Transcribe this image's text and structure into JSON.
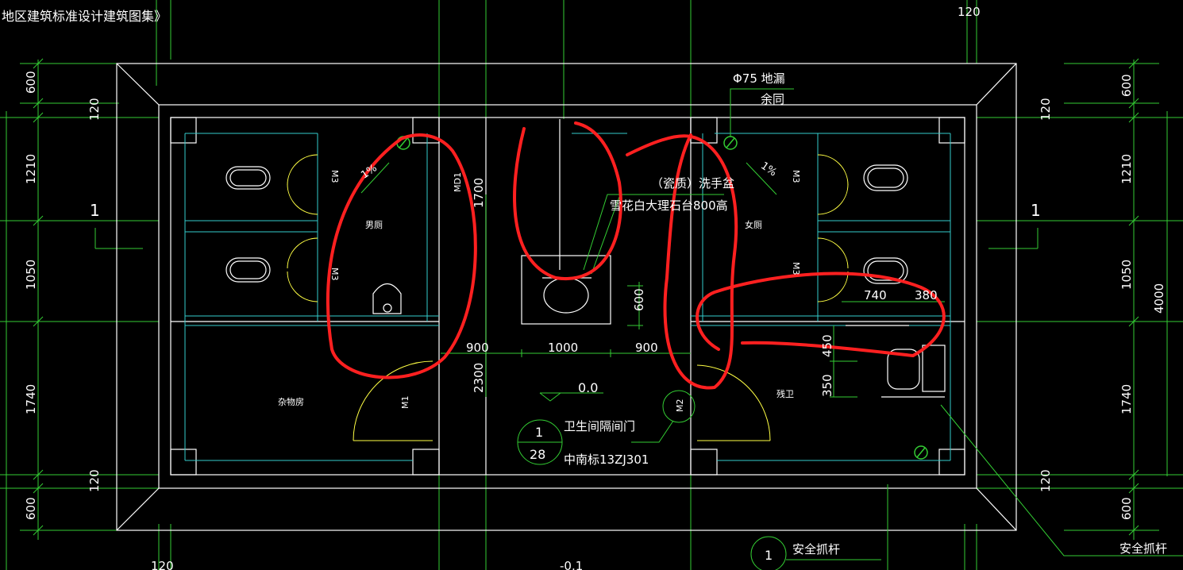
{
  "header_note": "地区建筑标准设计建筑图集》",
  "labels": {
    "floor_drain": "Φ75 地漏",
    "same": "余同",
    "basin_line1": "（瓷质）洗手盆",
    "basin_line2": "雪花白大理石台800高",
    "mens_room": "男厕",
    "womens_room": "女厕",
    "storage_room": "杂物房",
    "accessible_wc": "残卫",
    "door_note": "卫生间隔间门",
    "door_ref": "中南标13ZJ301",
    "detail_top": "1",
    "detail_bottom": "28",
    "grab_bar": "安全抓杆",
    "grab_bar_right": "安全抓杆",
    "grab_bar_num": "1",
    "axis_left": "1",
    "axis_right": "1",
    "level": "0.0",
    "level_bottom": "-0.1",
    "slope_left": "1%",
    "slope_right": "1%",
    "door_m1": "M1",
    "door_m2": "M2",
    "door_m3_top_left": "M3",
    "door_m3_bot_left": "M3",
    "door_m3_top_right": "M3",
    "door_m3_bot_right": "M3",
    "door_md1": "MD1"
  },
  "dimensions": {
    "top_120": "120",
    "bottom_120": "120",
    "left_600_top": "600",
    "left_120_top": "120",
    "left_1210": "1210",
    "left_1050": "1050",
    "left_1740": "1740",
    "left_120_bot": "120",
    "left_600_bot": "600",
    "right_600_top": "600",
    "right_120_top": "120",
    "right_1210": "1210",
    "right_1050": "1050",
    "right_1740": "1740",
    "right_120_bot": "120",
    "right_600_bot": "600",
    "right_total": "4000",
    "mid_900_left": "900",
    "mid_1000": "1000",
    "mid_900_right": "900",
    "v_1700": "1700",
    "v_2300": "2300",
    "v_600": "600",
    "d_740": "740",
    "d_380": "380",
    "d_450": "450",
    "d_350": "350"
  }
}
